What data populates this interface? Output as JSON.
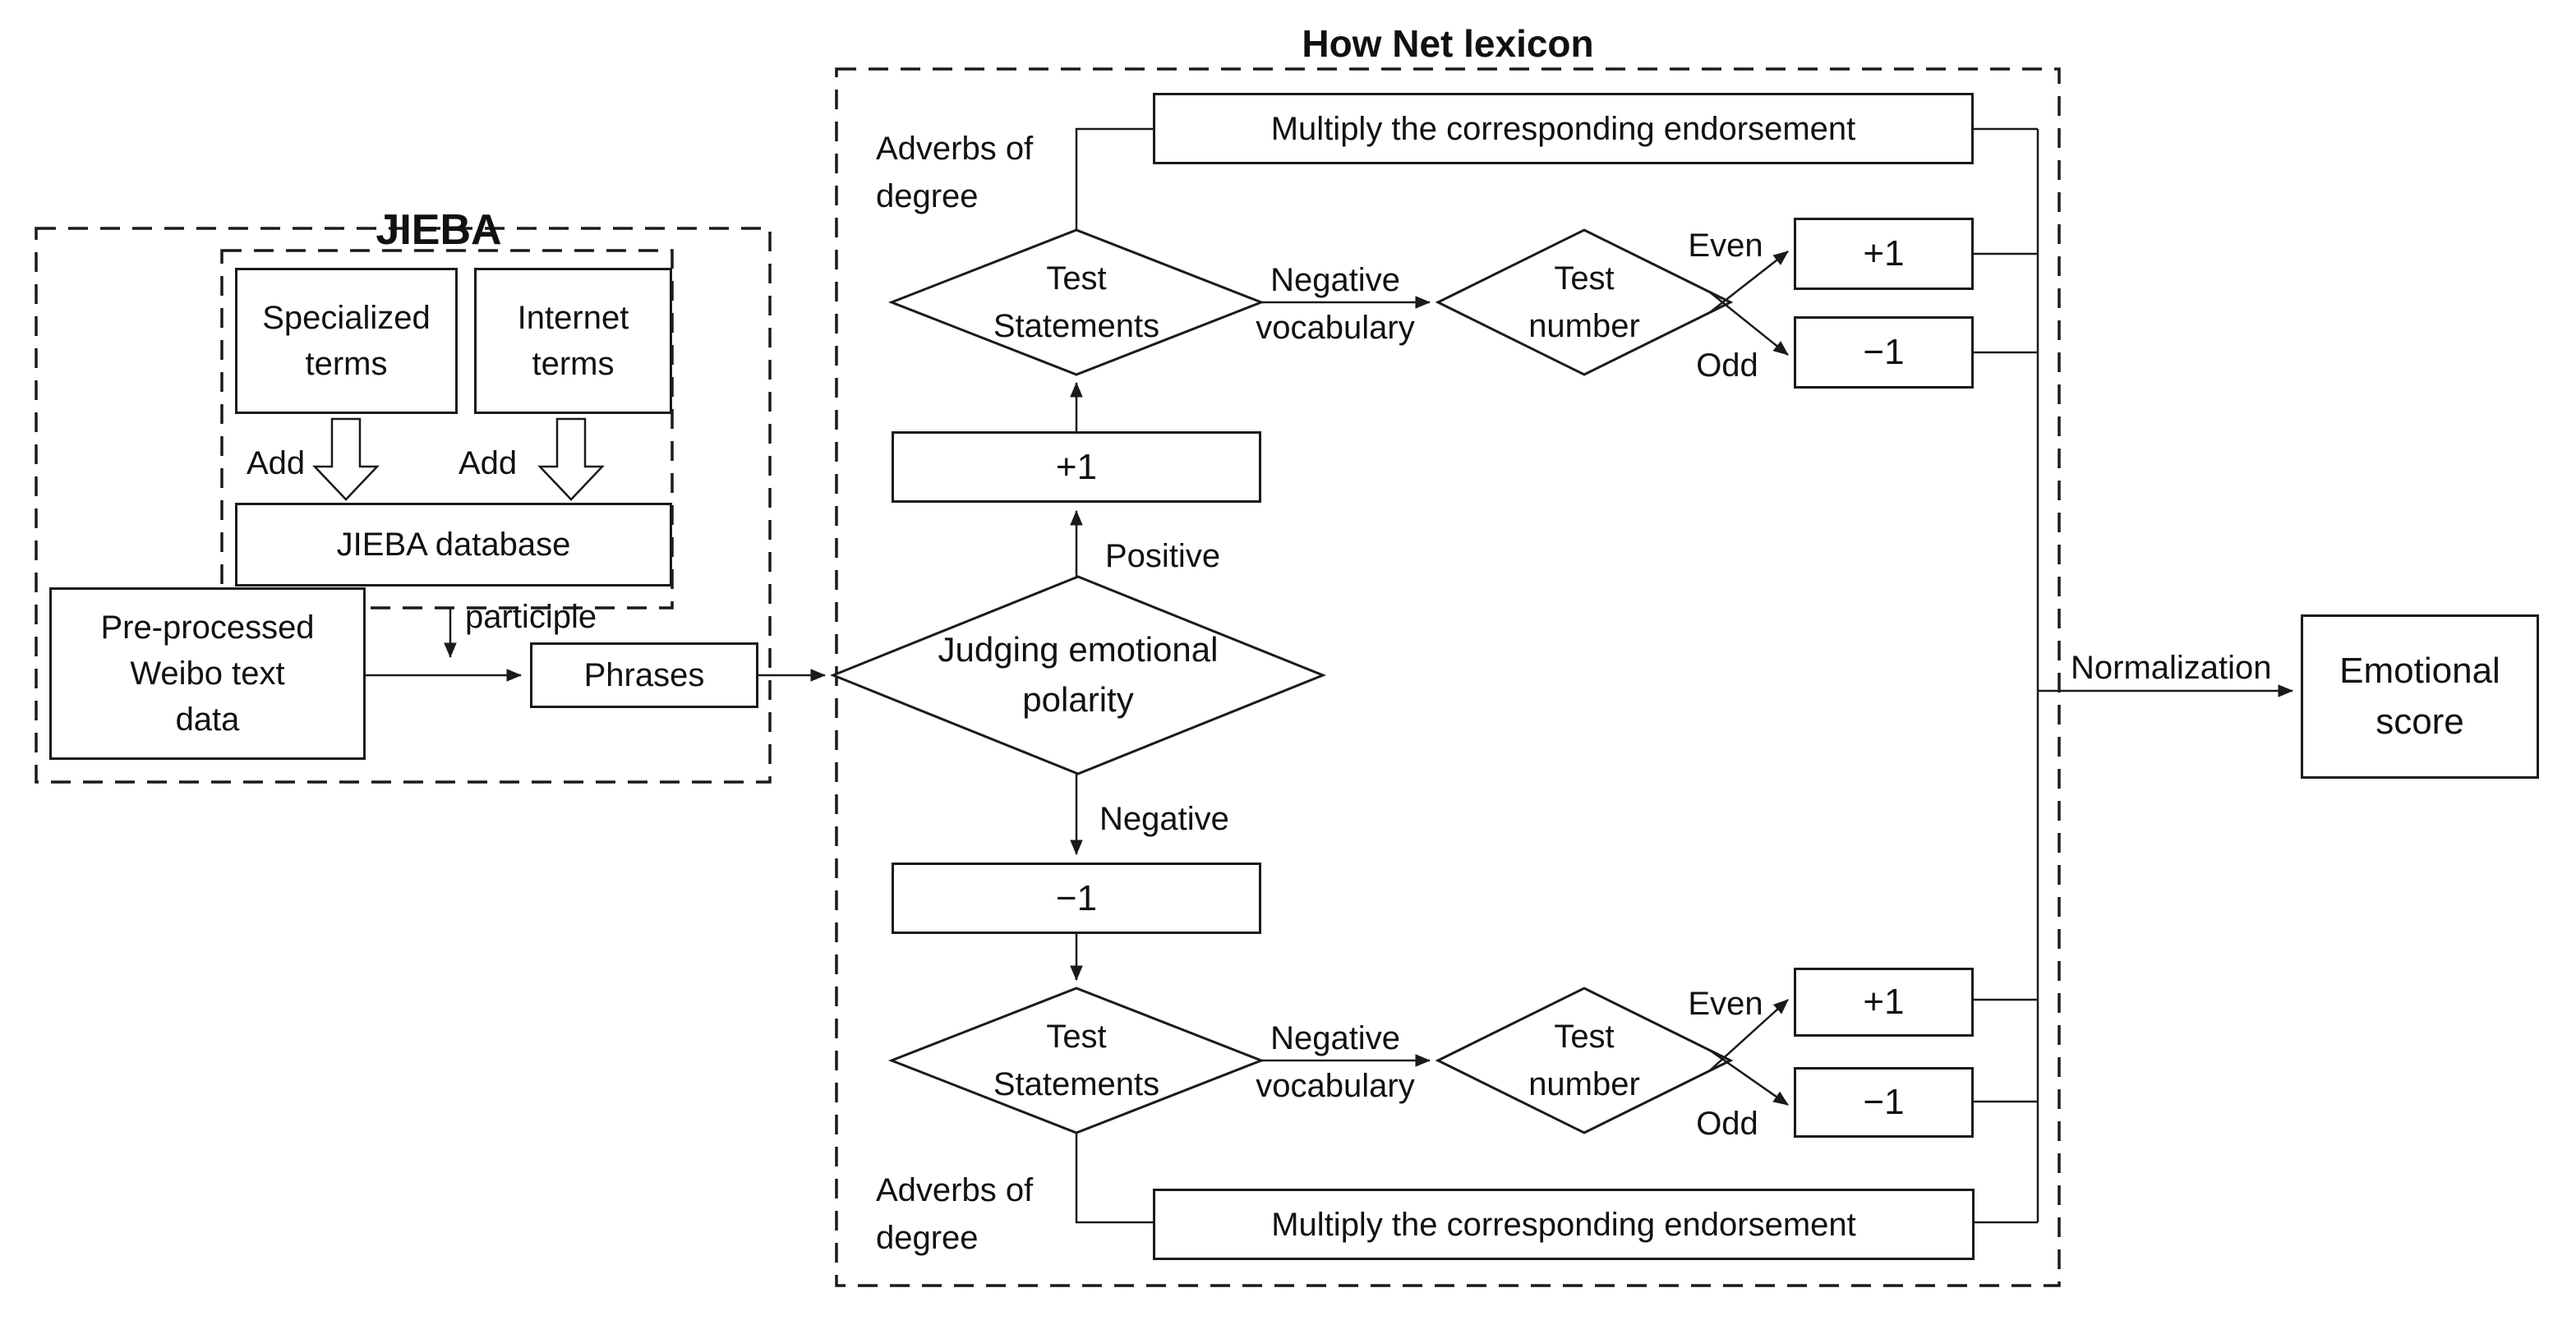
{
  "diagram": {
    "colors": {
      "line": "#1a1a1a",
      "background": "#ffffff"
    },
    "jieba": {
      "title": "JIEBA",
      "specialized_terms": "Specialized\nterms",
      "internet_terms": "Internet\nterms",
      "add_left": "Add",
      "add_right": "Add",
      "database": "JIEBA database",
      "participle": "participle",
      "preprocessed": "Pre-processed\nWeibo text\ndata",
      "phrases": "Phrases"
    },
    "hownet": {
      "title": "How Net lexicon",
      "adverbs_top": "Adverbs of\ndegree",
      "adverbs_bottom": "Adverbs of\ndegree",
      "multiply_top": "Multiply the corresponding endorsement",
      "multiply_bottom": "Multiply the corresponding endorsement",
      "judging": "Judging emotional\npolarity",
      "positive": "Positive",
      "negative": "Negative",
      "plus_one_mid": "+1",
      "minus_one_mid": "−1",
      "test_statements_top": "Test\nStatements",
      "test_statements_bottom": "Test\nStatements",
      "negative_vocabulary_top": "Negative\nvocabulary",
      "negative_vocabulary_bottom": "Negative\nvocabulary",
      "test_number_top": "Test\nnumber",
      "test_number_bottom": "Test\nnumber",
      "even_top": "Even",
      "odd_top": "Odd",
      "even_bottom": "Even",
      "odd_bottom": "Odd",
      "plus_one_top": "+1",
      "minus_one_top": "−1",
      "plus_one_bottom": "+1",
      "minus_one_bottom": "−1"
    },
    "output": {
      "normalization": "Normalization",
      "emotional_score": "Emotional\nscore"
    }
  }
}
